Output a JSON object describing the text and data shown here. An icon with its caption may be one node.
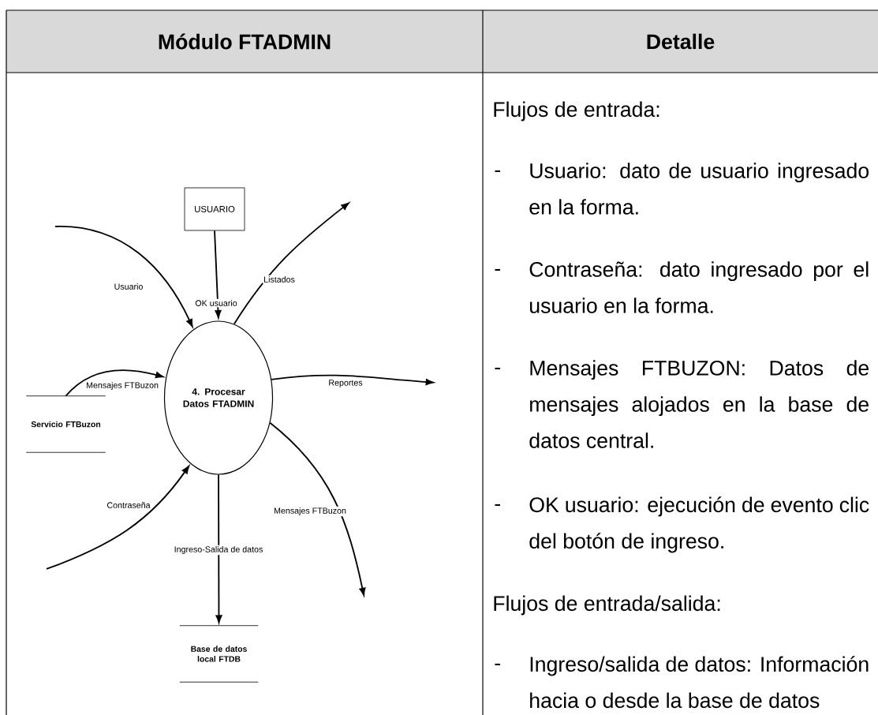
{
  "diagram": {
    "nodes": [
      {
        "text": [
          "USUARIO"
        ]
      },
      {
        "text": [
          "4. Procesar Datos FTADMIN"
        ]
      },
      {
        "text": [
          "Servicio FTBuzon"
        ]
      },
      {
        "text": [
          "Base de datos local FTDB"
        ]
      }
    ],
    "edges": [
      {
        "from": 0,
        "to": 1,
        "arrow": "to",
        "label": "OK usuario"
      },
      {
        "from": null,
        "to": 1,
        "arrow": "to",
        "label": "Usuario"
      },
      {
        "from": 2,
        "to": 1,
        "arrow": "to",
        "label": "Mensajes FTBuzon"
      },
      {
        "from": null,
        "to": 1,
        "arrow": "to",
        "label": "Contraseña"
      },
      {
        "from": 1,
        "to": null,
        "arrow": "to",
        "label": "Listados"
      },
      {
        "from": 1,
        "to": null,
        "arrow": "to",
        "label": "Reportes"
      },
      {
        "from": 1,
        "to": null,
        "arrow": "to",
        "label": "Mensajes FTBuzon"
      },
      {
        "from": 1,
        "to": 3,
        "arrow": "to",
        "label": "Ingreso-Salida de datos"
      }
    ],
    "labels": [
      "Módulo FTADMIN",
      "Detalle",
      "Flujos de entrada:",
      "-",
      "Usuario: dato de usuario ingresado en la forma.",
      "-",
      "Contraseña: dato ingresado por el usuario en la forma.",
      "-",
      "Mensajes FTBUZON: Datos de mensajes alojados en la base de datos central.",
      "-",
      "OK usuario: ejecución de evento clic del botón de ingreso.",
      "Flujos de entrada/salida:",
      "-",
      "Ingreso/salida de datos: Información hacia o desde la base de datos"
    ]
  }
}
